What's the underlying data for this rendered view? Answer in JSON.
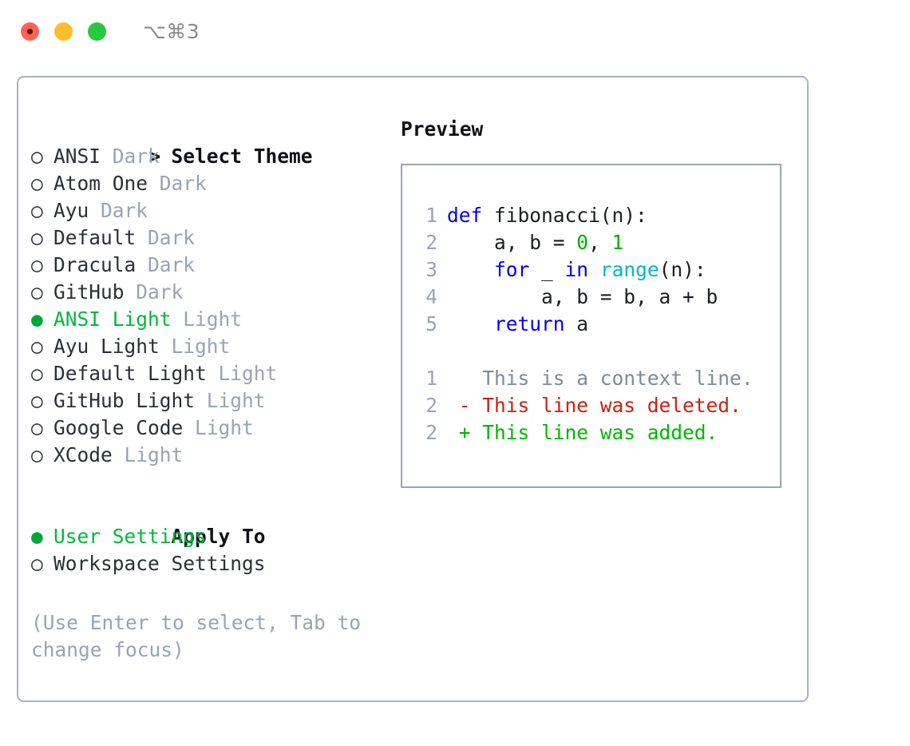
{
  "titlebar": {
    "shortcut": "⌥⌘3",
    "buttons": [
      {
        "name": "close",
        "color": "#ff6159"
      },
      {
        "name": "minimize",
        "color": "#ffbd2e"
      },
      {
        "name": "maximize",
        "color": "#28c840"
      }
    ]
  },
  "theme_section": {
    "caret": ">",
    "title": "Select Theme",
    "bullet_selected": "●",
    "bullet_unselected": "○",
    "items": [
      {
        "name": "ANSI",
        "variant": "Dark",
        "selected": false
      },
      {
        "name": "Atom One",
        "variant": "Dark",
        "selected": false
      },
      {
        "name": "Ayu",
        "variant": "Dark",
        "selected": false
      },
      {
        "name": "Default",
        "variant": "Dark",
        "selected": false
      },
      {
        "name": "Dracula",
        "variant": "Dark",
        "selected": false
      },
      {
        "name": "GitHub",
        "variant": "Dark",
        "selected": false
      },
      {
        "name": "ANSI Light",
        "variant": "Light",
        "selected": true
      },
      {
        "name": "Ayu Light",
        "variant": "Light",
        "selected": false
      },
      {
        "name": "Default Light",
        "variant": "Light",
        "selected": false
      },
      {
        "name": "GitHub Light",
        "variant": "Light",
        "selected": false
      },
      {
        "name": "Google Code",
        "variant": "Light",
        "selected": false
      },
      {
        "name": "XCode",
        "variant": "Light",
        "selected": false
      }
    ]
  },
  "apply_section": {
    "title": "Apply To",
    "items": [
      {
        "name": "User Settings",
        "selected": true
      },
      {
        "name": "Workspace Settings",
        "selected": false
      }
    ]
  },
  "hint": "(Use Enter to select, Tab to change focus)",
  "preview": {
    "title": "Preview",
    "code_lines": [
      {
        "n": "1",
        "tokens": [
          {
            "t": "def",
            "c": "kw"
          },
          {
            "t": " fibonacci(n):",
            "c": "txt"
          }
        ]
      },
      {
        "n": "2",
        "tokens": [
          {
            "t": "    a, b = ",
            "c": "txt"
          },
          {
            "t": "0",
            "c": "num"
          },
          {
            "t": ", ",
            "c": "txt"
          },
          {
            "t": "1",
            "c": "num"
          }
        ]
      },
      {
        "n": "3",
        "tokens": [
          {
            "t": "    ",
            "c": "txt"
          },
          {
            "t": "for",
            "c": "kw"
          },
          {
            "t": " _ ",
            "c": "txt"
          },
          {
            "t": "in",
            "c": "kw"
          },
          {
            "t": " ",
            "c": "txt"
          },
          {
            "t": "range",
            "c": "fn"
          },
          {
            "t": "(n):",
            "c": "txt"
          }
        ]
      },
      {
        "n": "4",
        "tokens": [
          {
            "t": "        a, b = b, a + b",
            "c": "txt"
          }
        ]
      },
      {
        "n": "5",
        "tokens": [
          {
            "t": "    ",
            "c": "txt"
          },
          {
            "t": "return",
            "c": "kw"
          },
          {
            "t": " a",
            "c": "txt"
          }
        ]
      }
    ],
    "diff_lines": [
      {
        "n": "1",
        "marker": " ",
        "text": "This is a context line.",
        "kind": "ctx"
      },
      {
        "n": "2",
        "marker": "-",
        "text": "This line was deleted.",
        "kind": "del"
      },
      {
        "n": "2",
        "marker": "+",
        "text": "This line was added.",
        "kind": "add"
      }
    ]
  },
  "colors": {
    "accent_green": "#00b83c",
    "bullet_green": "#00a83a",
    "muted_gray": "#9aa3b2",
    "text": "#2b2f36",
    "keyword_blue": "#0000ee",
    "number_green": "#00b000",
    "function_cyan": "#00b8c4",
    "diff_delete_red": "#cc2010",
    "diff_add_green": "#00b800",
    "border": "#aab2c0"
  }
}
